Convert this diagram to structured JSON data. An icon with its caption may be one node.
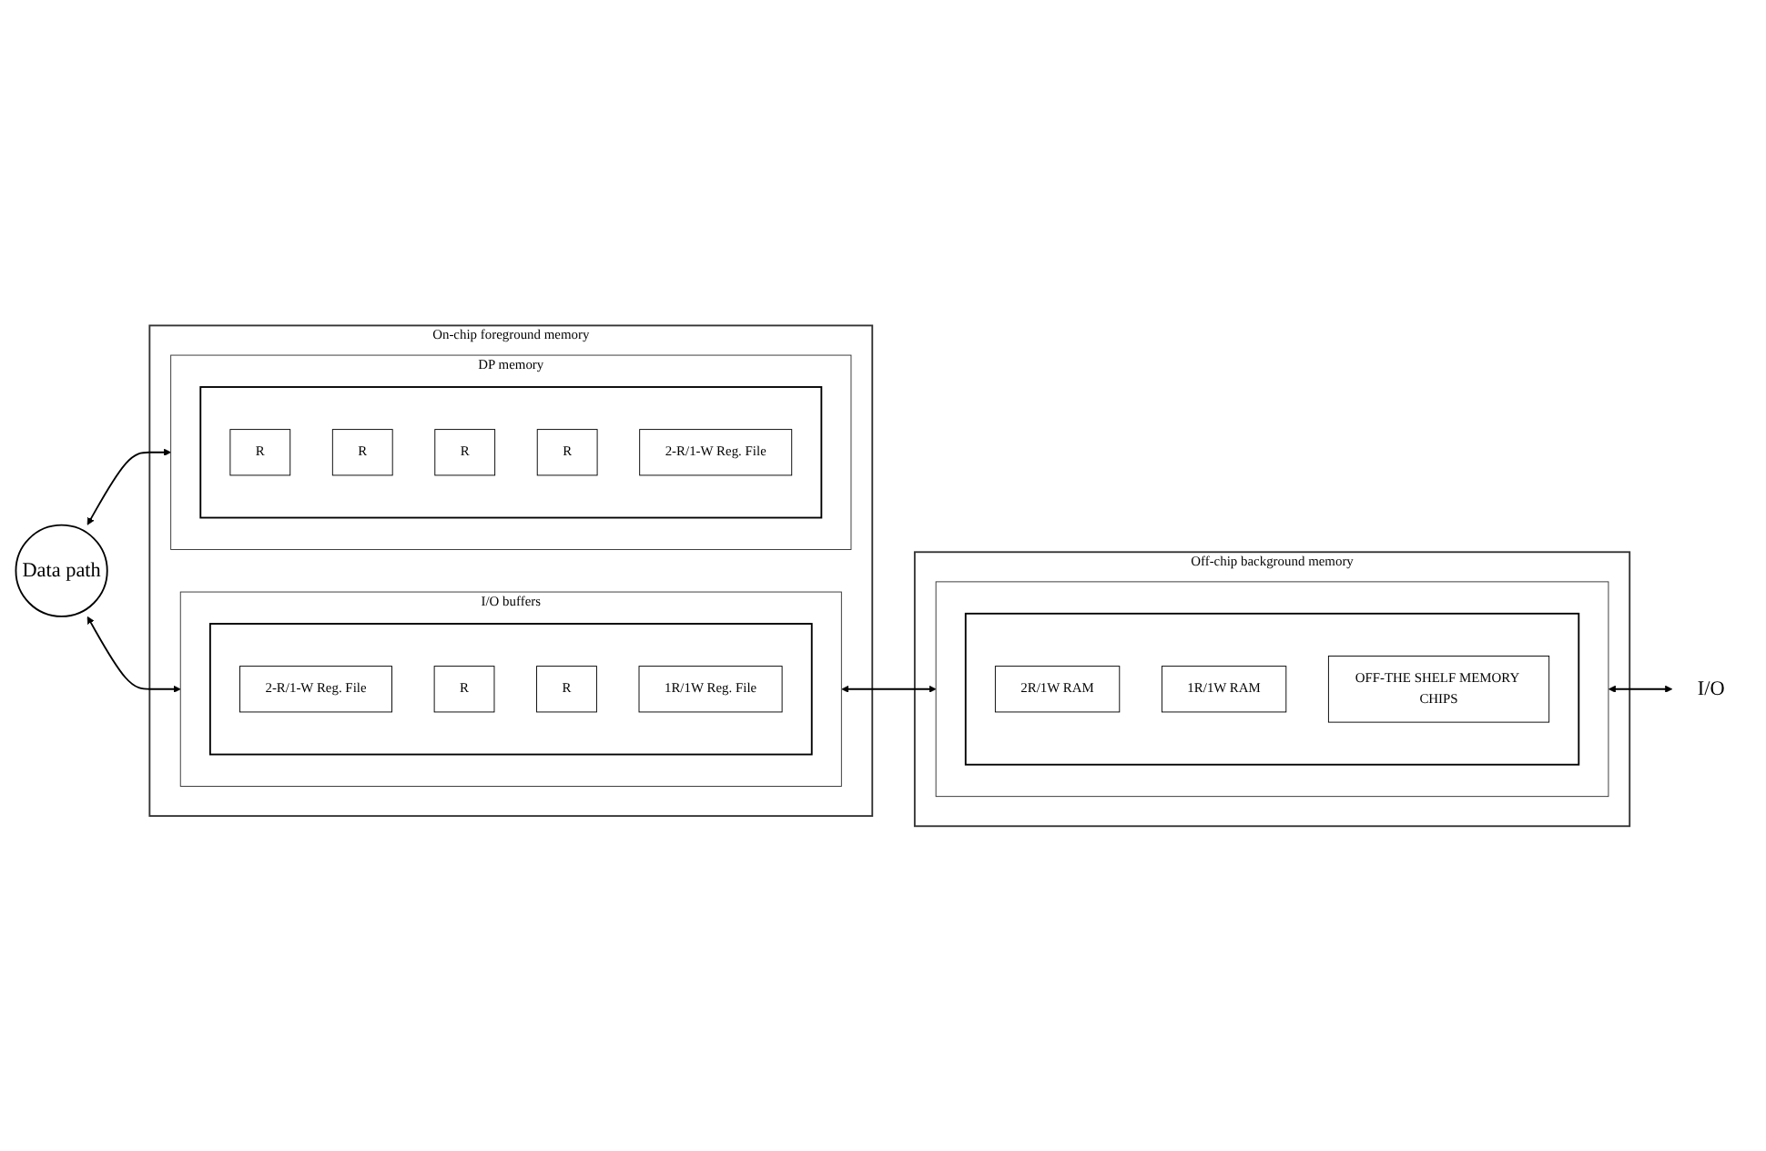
{
  "diagram": {
    "nodes": [
      {
        "text": [
          "Data path"
        ]
      },
      {
        "text": [
          "On-chip foreground memory"
        ]
      },
      {
        "text": [
          "I/O buffers"
        ],
        "in": 1
      },
      {
        "text": [],
        "shape": "box",
        "in": 2
      },
      {
        "text": [
          "2-R/1-W Reg. File"
        ],
        "in": 3
      },
      {
        "text": [
          "R"
        ],
        "in": 3
      },
      {
        "text": [
          "R"
        ],
        "in": 3
      },
      {
        "text": [
          "1R/1W Reg. File"
        ],
        "in": 3
      },
      {
        "text": [
          "DP memory"
        ],
        "in": 1
      },
      {
        "text": [],
        "shape": "box",
        "in": 8
      },
      {
        "text": [
          "R"
        ],
        "in": 9
      },
      {
        "text": [
          "R"
        ],
        "in": 9
      },
      {
        "text": [
          "R"
        ],
        "in": 9
      },
      {
        "text": [
          "R"
        ],
        "in": 9
      },
      {
        "text": [
          "2-R/1-W Reg. File"
        ],
        "in": 9
      },
      {
        "text": [
          "Off-chip background memory"
        ]
      },
      {
        "text": [],
        "shape": "box",
        "in": 15
      },
      {
        "text": [],
        "shape": "box",
        "in": 16
      },
      {
        "text": [
          "2R/1W RAM"
        ],
        "in": 17
      },
      {
        "text": [
          "1R/1W RAM"
        ],
        "in": 17
      },
      {
        "text": [
          "OFF-THE SHELF MEMORY CHIPS"
        ],
        "in": 17
      },
      {
        "text": [
          "I/O"
        ]
      }
    ],
    "edges": [
      {
        "from": 0,
        "to": 2,
        "arrow": "both"
      },
      {
        "from": 0,
        "to": 8,
        "arrow": "both"
      },
      {
        "from": 2,
        "to": 16,
        "arrow": "both"
      },
      {
        "from": 16,
        "to": 21,
        "arrow": "both"
      }
    ]
  }
}
